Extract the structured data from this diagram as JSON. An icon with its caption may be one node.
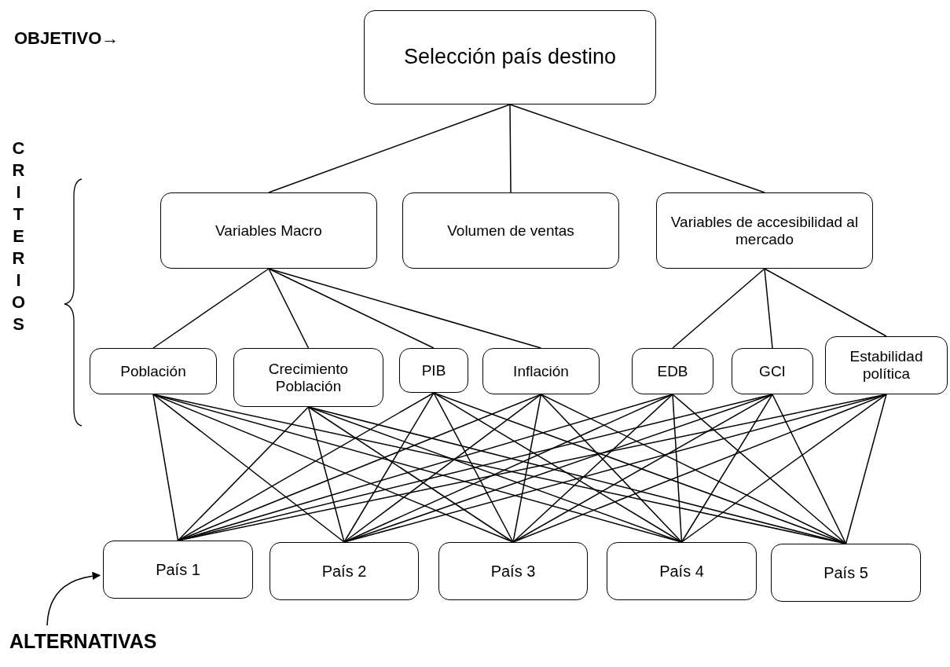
{
  "diagram": {
    "nodes": [
      {
        "text": [
          "Selección país destino"
        ]
      },
      {
        "text": [
          "Variables Macro"
        ]
      },
      {
        "text": [
          "Volumen de ventas"
        ]
      },
      {
        "text": [
          "Variables de accesibilidad al mercado"
        ]
      },
      {
        "text": [
          "Población"
        ]
      },
      {
        "text": [
          "Crecimiento Población"
        ]
      },
      {
        "text": [
          "PIB"
        ]
      },
      {
        "text": [
          "Inflación"
        ]
      },
      {
        "text": [
          "EDB"
        ]
      },
      {
        "text": [
          "GCI"
        ]
      },
      {
        "text": [
          "Estabilidad política"
        ]
      },
      {
        "text": [
          "País 1"
        ]
      },
      {
        "text": [
          "País 2"
        ]
      },
      {
        "text": [
          "País 3"
        ]
      },
      {
        "text": [
          "País 4"
        ]
      },
      {
        "text": [
          "País 5"
        ]
      },
      {
        "text": [
          "ALTERNATIVAS"
        ]
      }
    ],
    "edges": [
      {
        "from": 0,
        "to": 1,
        "arrow": "none"
      },
      {
        "from": 0,
        "to": 2,
        "arrow": "none"
      },
      {
        "from": 0,
        "to": 3,
        "arrow": "none"
      },
      {
        "from": 1,
        "to": 4,
        "arrow": "none"
      },
      {
        "from": 1,
        "to": 5,
        "arrow": "none"
      },
      {
        "from": 1,
        "to": 6,
        "arrow": "none"
      },
      {
        "from": 1,
        "to": 7,
        "arrow": "none"
      },
      {
        "from": 3,
        "to": 8,
        "arrow": "none"
      },
      {
        "from": 3,
        "to": 9,
        "arrow": "none"
      },
      {
        "from": 3,
        "to": 10,
        "arrow": "none"
      },
      {
        "from": 4,
        "to": 11,
        "arrow": "none"
      },
      {
        "from": 4,
        "to": 12,
        "arrow": "none"
      },
      {
        "from": 4,
        "to": 13,
        "arrow": "none"
      },
      {
        "from": 4,
        "to": 14,
        "arrow": "none"
      },
      {
        "from": 4,
        "to": 15,
        "arrow": "none"
      },
      {
        "from": 5,
        "to": 11,
        "arrow": "none"
      },
      {
        "from": 5,
        "to": 12,
        "arrow": "none"
      },
      {
        "from": 5,
        "to": 13,
        "arrow": "none"
      },
      {
        "from": 5,
        "to": 14,
        "arrow": "none"
      },
      {
        "from": 5,
        "to": 15,
        "arrow": "none"
      },
      {
        "from": 6,
        "to": 11,
        "arrow": "none"
      },
      {
        "from": 6,
        "to": 12,
        "arrow": "none"
      },
      {
        "from": 6,
        "to": 13,
        "arrow": "none"
      },
      {
        "from": 6,
        "to": 14,
        "arrow": "none"
      },
      {
        "from": 6,
        "to": 15,
        "arrow": "none"
      },
      {
        "from": 7,
        "to": 11,
        "arrow": "none"
      },
      {
        "from": 7,
        "to": 12,
        "arrow": "none"
      },
      {
        "from": 7,
        "to": 13,
        "arrow": "none"
      },
      {
        "from": 7,
        "to": 14,
        "arrow": "none"
      },
      {
        "from": 7,
        "to": 15,
        "arrow": "none"
      },
      {
        "from": 8,
        "to": 11,
        "arrow": "none"
      },
      {
        "from": 8,
        "to": 12,
        "arrow": "none"
      },
      {
        "from": 8,
        "to": 13,
        "arrow": "none"
      },
      {
        "from": 8,
        "to": 14,
        "arrow": "none"
      },
      {
        "from": 8,
        "to": 15,
        "arrow": "none"
      },
      {
        "from": 9,
        "to": 11,
        "arrow": "none"
      },
      {
        "from": 9,
        "to": 12,
        "arrow": "none"
      },
      {
        "from": 9,
        "to": 13,
        "arrow": "none"
      },
      {
        "from": 9,
        "to": 14,
        "arrow": "none"
      },
      {
        "from": 9,
        "to": 15,
        "arrow": "none"
      },
      {
        "from": 10,
        "to": 11,
        "arrow": "none"
      },
      {
        "from": 10,
        "to": 12,
        "arrow": "none"
      },
      {
        "from": 10,
        "to": 13,
        "arrow": "none"
      },
      {
        "from": 10,
        "to": 14,
        "arrow": "none"
      },
      {
        "from": 10,
        "to": 15,
        "arrow": "none"
      },
      {
        "from": 16,
        "to": 11,
        "arrow": "to"
      }
    ],
    "labels": [
      "OBJETIVO→",
      "CRITERIOS"
    ]
  }
}
